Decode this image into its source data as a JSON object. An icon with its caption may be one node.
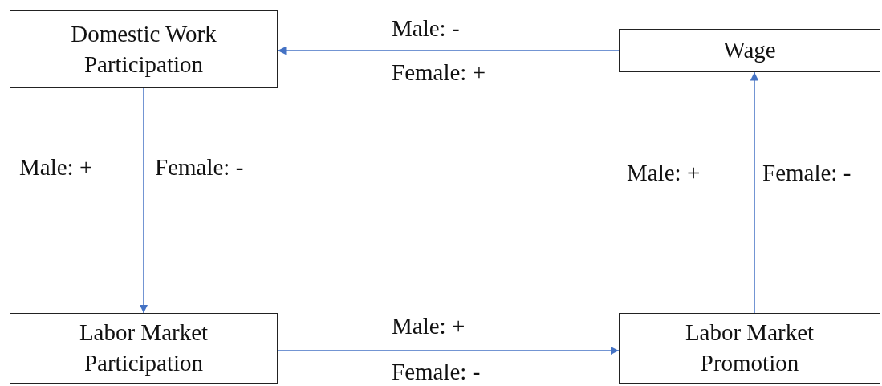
{
  "diagram": {
    "nodes": [
      {
        "text": [
          "Domestic Work Participation"
        ]
      },
      {
        "text": [
          "Wage"
        ]
      },
      {
        "text": [
          "Labor Market Participation"
        ]
      },
      {
        "text": [
          "Labor Market Promotion"
        ]
      }
    ],
    "edges": [
      {
        "from": 1,
        "to": 0,
        "arrow": "to"
      },
      {
        "from": 0,
        "to": 2,
        "arrow": "to"
      },
      {
        "from": 2,
        "to": 3,
        "arrow": "to"
      },
      {
        "from": 3,
        "to": 1,
        "arrow": "to"
      }
    ],
    "labels": [
      "Male: -",
      "Female: +",
      "Male: +",
      "Female: -",
      "Male: +",
      "Female: -",
      "Male: +",
      "Female: -"
    ]
  }
}
